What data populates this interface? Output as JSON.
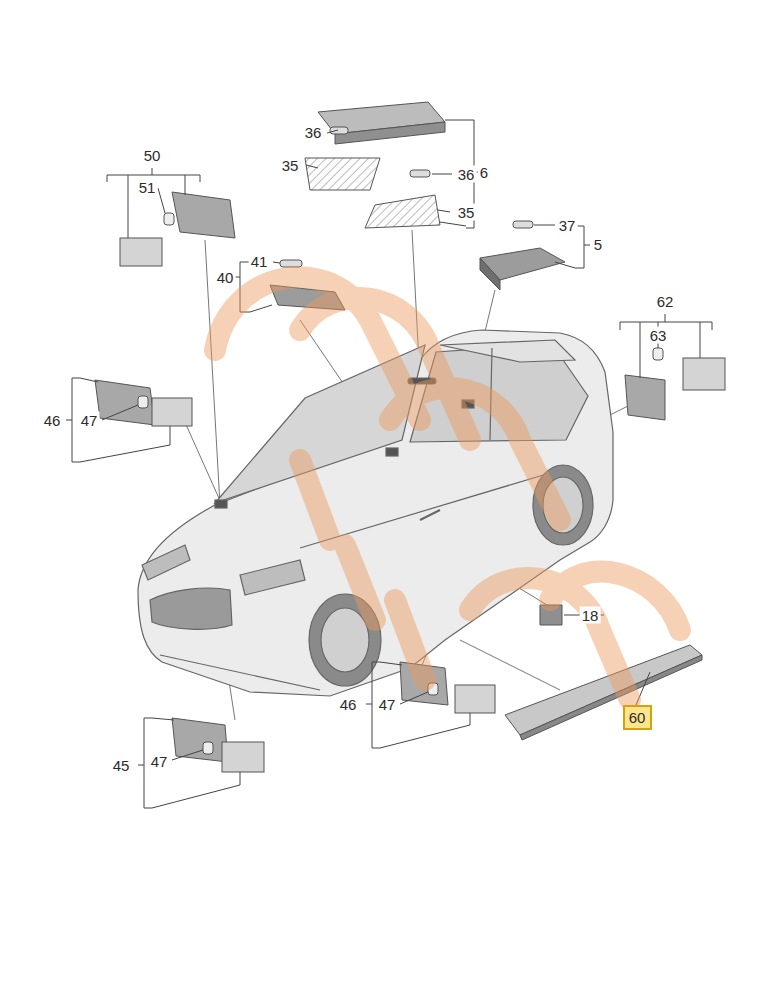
{
  "diagram": {
    "nodes": [
      {
        "text": [
          "60"
        ]
      }
    ],
    "labels": [
      "36",
      "35",
      "36",
      "6",
      "35",
      "50",
      "51",
      "37",
      "5",
      "40",
      "41",
      "62",
      "63",
      "46",
      "47",
      "18",
      "46",
      "47",
      "45",
      "47"
    ]
  }
}
